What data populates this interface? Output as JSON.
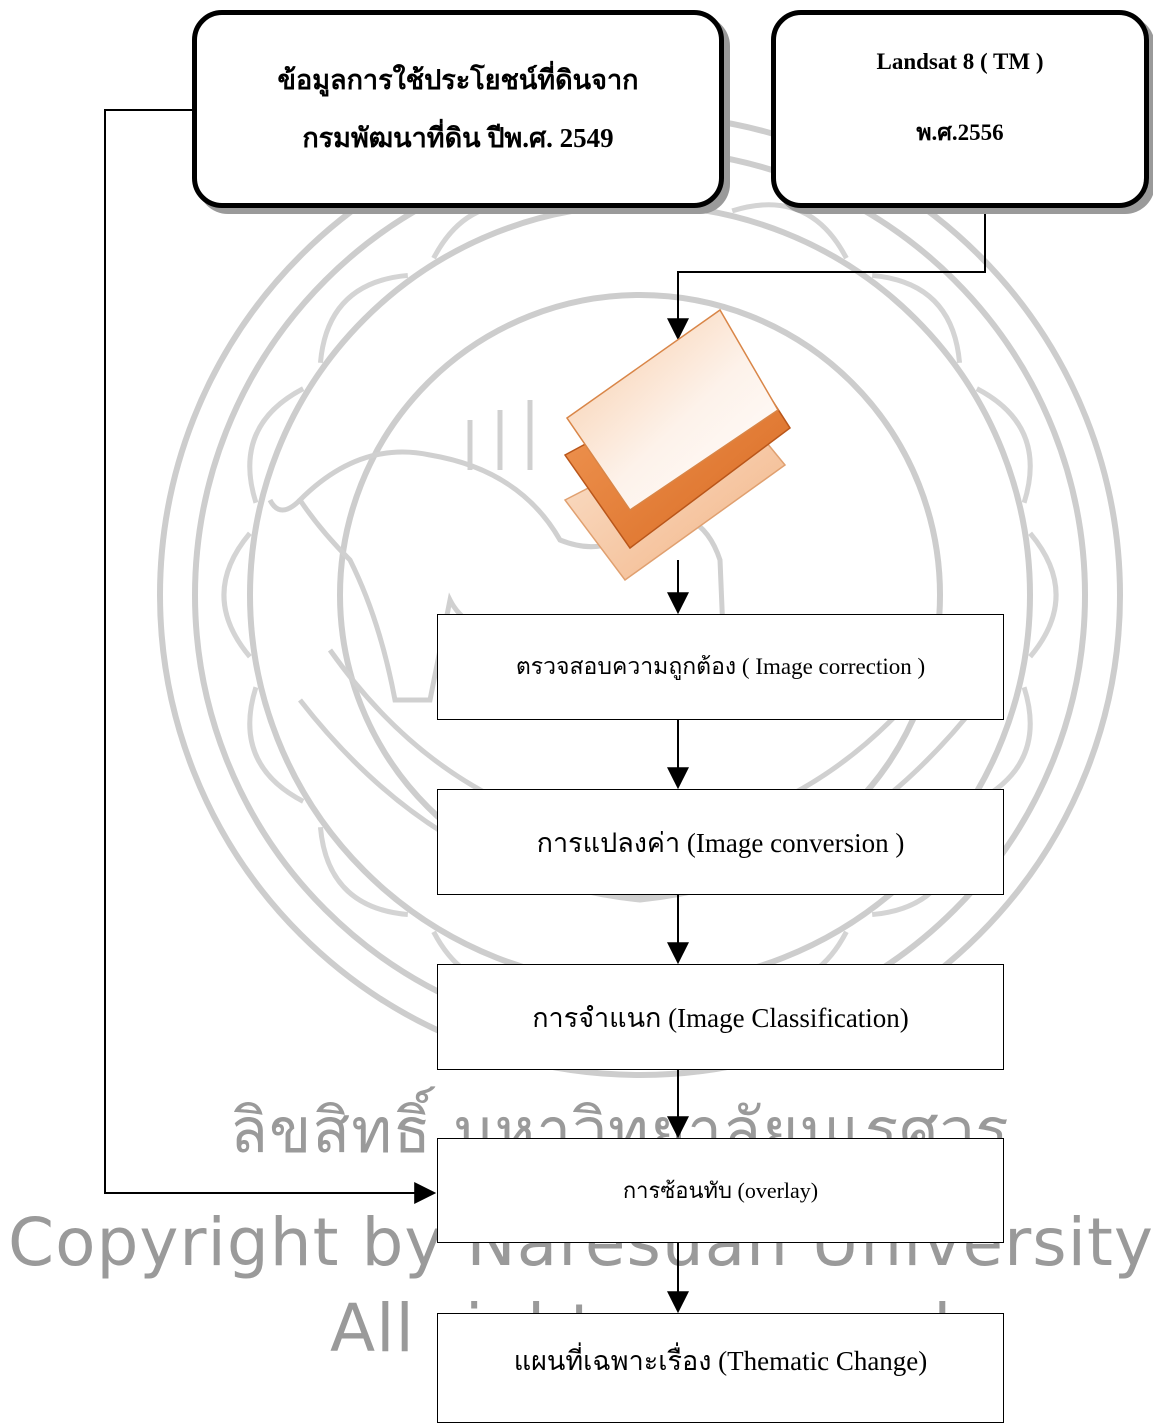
{
  "sources": {
    "land_use": {
      "line1": "ข้อมูลการใช้ประโยชน์ที่ดินจาก",
      "line2": "กรมพัฒนาที่ดิน  ปีพ.ศ. 2549"
    },
    "landsat": {
      "line1": "Landsat  8 ( TM )",
      "line2": "พ.ศ.2556"
    }
  },
  "steps": [
    {
      "label": "ตรวจสอบความถูกต้อง ( Image correction )"
    },
    {
      "label": "การแปลงค่า (Image conversion )"
    },
    {
      "label": "การจำแนก (Image Classification)"
    },
    {
      "label": "การซ้อนทับ (overlay)"
    },
    {
      "label": "แผนที่เฉพาะเรื่อง (Thematic  Change)"
    }
  ],
  "watermark": {
    "line1": "ลิขสิทธิ์ มหาวิทยาลัยนเรศวร",
    "line2": "Copyright by Naresuan University",
    "line3": "All rights reserved"
  },
  "colors": {
    "stack_light": "#f9d8bd",
    "stack_mid": "#e8853c",
    "stack_border": "#d98648",
    "watermark": "#9a9a9a"
  }
}
